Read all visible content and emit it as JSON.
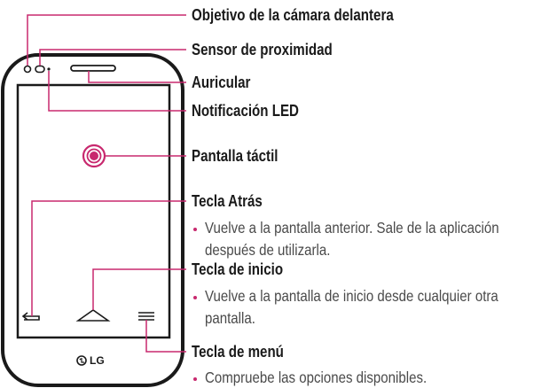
{
  "labels": {
    "front_camera": "Objetivo de la cámara delantera",
    "proximity_sensor": "Sensor de proximidad",
    "earpiece": "Auricular",
    "notification_led": "Notificación LED",
    "touch_screen": "Pantalla táctil",
    "back_key": "Tecla Atrás",
    "home_key": "Tecla de inicio",
    "menu_key": "Tecla de menú"
  },
  "descriptions": {
    "back_key_line1": "Vuelve a la pantalla anterior. Sale de la aplicación",
    "back_key_line2": "después de utilizarla.",
    "home_key_line1": "Vuelve a la pantalla de inicio desde cualquier otra",
    "home_key_line2": "pantalla.",
    "menu_key_line1": "Compruebe las opciones disponibles."
  },
  "phone": {
    "brand": "LG"
  },
  "colors": {
    "callout": "#c8286e",
    "phone_outline": "#1a1a1a",
    "text": "#1a1a1a",
    "description_text": "#4a4a4a"
  }
}
